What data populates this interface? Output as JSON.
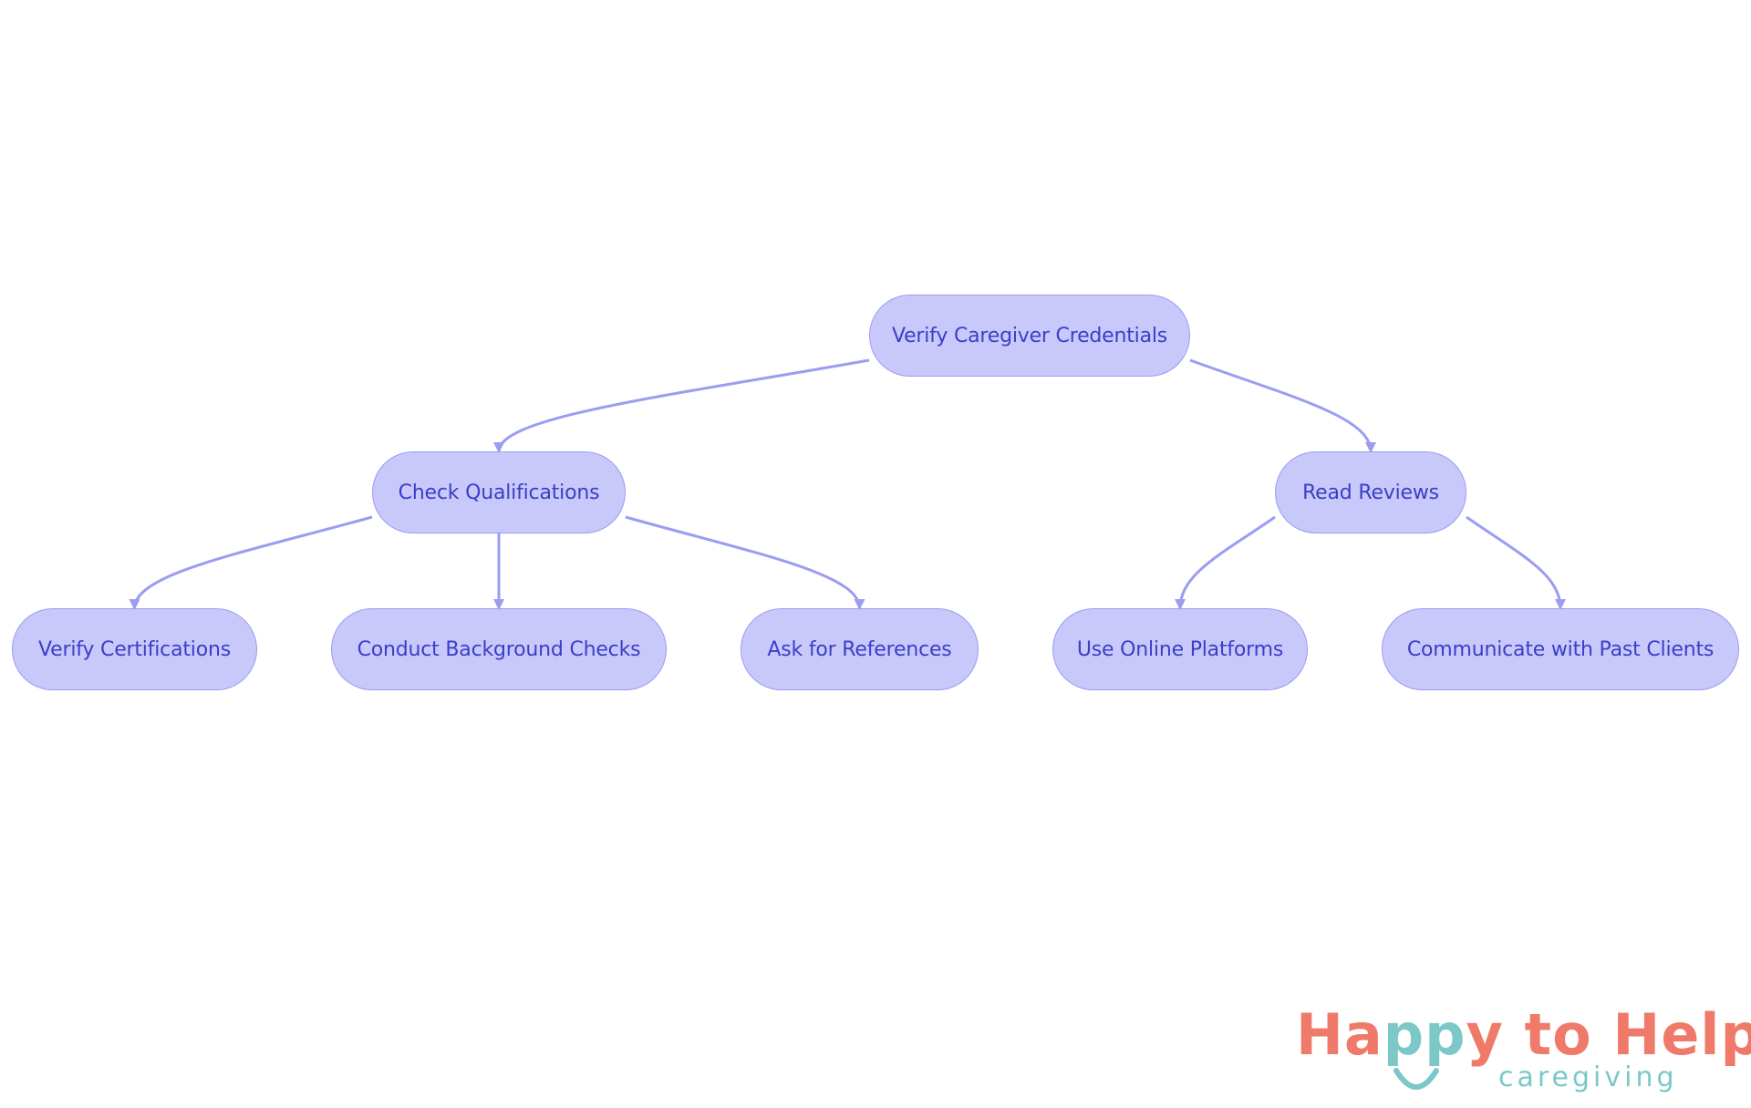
{
  "diagram": {
    "nodes": {
      "root": "Verify Caregiver Credentials",
      "qualifications": "Check Qualifications",
      "reviews": "Read Reviews",
      "certifications": "Verify Certifications",
      "background": "Conduct Background Checks",
      "references": "Ask for References",
      "online": "Use Online Platforms",
      "clients": "Communicate with Past Clients"
    },
    "edges": [
      [
        "root",
        "qualifications"
      ],
      [
        "root",
        "reviews"
      ],
      [
        "qualifications",
        "certifications"
      ],
      [
        "qualifications",
        "background"
      ],
      [
        "qualifications",
        "references"
      ],
      [
        "reviews",
        "online"
      ],
      [
        "reviews",
        "clients"
      ]
    ],
    "colors": {
      "node_fill": "#c8c9fa",
      "node_border": "#9a9df0",
      "node_text": "#3a3ec8",
      "edge": "#9a9df0"
    }
  },
  "logo": {
    "brand_prefix": "Ha",
    "brand_pp": "pp",
    "brand_suffix": "y to Help",
    "tagline": "caregiving",
    "colors": {
      "coral": "#ef7a6a",
      "teal": "#7cc8c9"
    }
  }
}
